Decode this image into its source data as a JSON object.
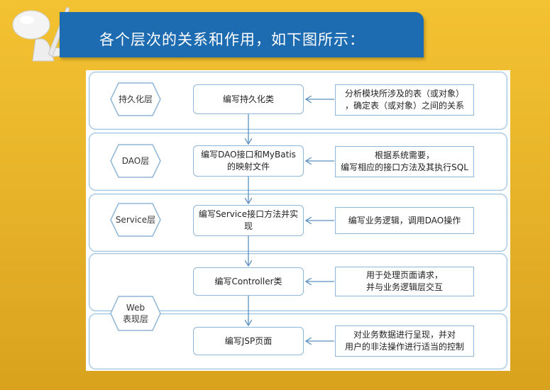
{
  "title": "各个层次的关系和作用，如下图所示：",
  "colors": {
    "title_bar": "#1d6bb0",
    "background": "#f0bd2e",
    "border": "#8fb6d6"
  },
  "layers": [
    {
      "name": "持久化层",
      "box": "编写持久化类",
      "note": "分析模块所涉及的表（或对象）\n，确定表（或对象）之间的关系"
    },
    {
      "name": "DAO层",
      "box": "编写DAO接口和MyBatis\n的映射文件",
      "note": "根据系统需要，\n编写相应的接口方法及其执行SQL"
    },
    {
      "name": "Service层",
      "box": "编写Service接口方法并实\n现",
      "note": "编写业务逻辑，调用DAO操作"
    },
    {
      "name": "Web\n表现层",
      "box": "编写Controller类",
      "note": "用于处理页面请求，\n并与业务逻辑层交互"
    },
    {
      "name": "",
      "box": "编写JSP页面",
      "note": "对业务数据进行呈现，并对\n用户的非法操作进行适当的控制"
    }
  ]
}
